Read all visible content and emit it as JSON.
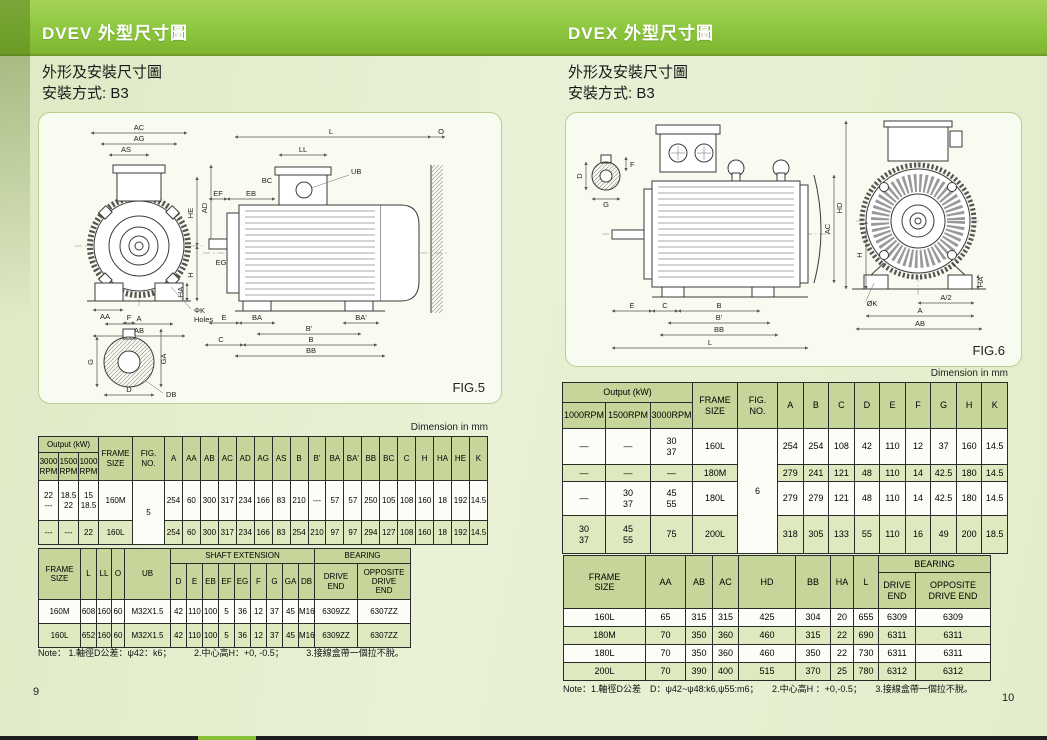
{
  "colors": {
    "banner_green": "#8cc63f",
    "table_header": "#c6d69a",
    "row_alt": "#dfe9bf",
    "page_bg": "#e9f1d6"
  },
  "headers": {
    "left": "DVEV  外型尺寸圖",
    "right": "DVEX 外型尺寸圖"
  },
  "subtitle": {
    "line1": "外形及安裝尺寸圖",
    "line2": "安裝方式: B3"
  },
  "misc": {
    "dimension_note_left": "Dimension in mm",
    "dimension_note_right": "Dimension  in  mm",
    "page_left": "9",
    "page_right": "10"
  },
  "notes": {
    "left": "Note： 1.軸徑D公差：ψ42：k6；　　　2.中心高H：+0, -0.5；　　　3.接線盒帶一個拉不脫。",
    "right": "Note：1.軸徑D公差　D：ψ42~ψ48:k6,ψ55:m6；　　2.中心高H ：+0,-0.5；　　3.接線盒帶一個拉不脫。"
  },
  "fig5": {
    "caption": "FIG.5",
    "labels": {
      "AC": "AC",
      "AG": "AG",
      "AS": "AS",
      "AD": "AD",
      "HE": "HE",
      "EF": "EF",
      "EB": "EB",
      "EG": "EG",
      "H": "H",
      "HA": "HA",
      "AA": "AA",
      "A": "A",
      "AB": "AB",
      "phiK": "ΦK",
      "holes": "Holes",
      "F": "F",
      "G": "G",
      "GA": "GA",
      "D": "D",
      "DB": "DB",
      "L": "L",
      "LL": "LL",
      "O": "O",
      "UB": "UB",
      "BC": "BC",
      "BA": "BA",
      "Bp": "B'",
      "BAp": "BA'",
      "C": "C",
      "B": "B",
      "BB": "BB",
      "E": "E"
    }
  },
  "fig6": {
    "caption": "FIG.6",
    "labels": {
      "D": "D",
      "G": "G",
      "F": "F",
      "E": "E",
      "C": "C",
      "B": "B",
      "Bp": "B'",
      "BB": "BB",
      "L": "L",
      "HD": "HD",
      "AC": "AC",
      "H": "H",
      "phiK": "ØK",
      "A2": "A/2",
      "HA": "HA",
      "A": "A",
      "AB": "AB"
    }
  },
  "lt1": {
    "output_header": "Output (kW)",
    "rpm": [
      "3000\nRPM",
      "1500\nRPM",
      "1000\nRPM"
    ],
    "frame": "FRAME\nSIZE",
    "fig": "FIG.\nNO.",
    "cols": [
      "A",
      "AA",
      "AB",
      "AC",
      "AD",
      "AG",
      "AS",
      "B",
      "B'",
      "BA",
      "BA'",
      "BB",
      "BC",
      "C",
      "H",
      "HA",
      "HE",
      "K"
    ],
    "fig_no": "5",
    "rows": [
      {
        "o": [
          "22\n---",
          "18.5\n22",
          "15\n18.5"
        ],
        "f": "160M",
        "d": [
          "254",
          "60",
          "300",
          "317",
          "234",
          "166",
          "83",
          "210",
          "---",
          "57",
          "57",
          "250",
          "105",
          "108",
          "160",
          "18",
          "192",
          "14.5"
        ]
      },
      {
        "o": [
          "---",
          "---",
          "22"
        ],
        "f": "160L",
        "d": [
          "254",
          "60",
          "300",
          "317",
          "234",
          "166",
          "83",
          "254",
          "210",
          "97",
          "97",
          "294",
          "127",
          "108",
          "160",
          "18",
          "192",
          "14.5"
        ]
      }
    ]
  },
  "lt2": {
    "frame": "FRAME\nSIZE",
    "pre": [
      "L",
      "LL",
      "O",
      "UB"
    ],
    "shaft_group": "SHAFT   EXTENSION",
    "shaft": [
      "D",
      "E",
      "EB",
      "EF",
      "EG",
      "F",
      "G",
      "GA",
      "DB"
    ],
    "bearing_group": "BEARING",
    "bearing": [
      "DRIVE\nEND",
      "OPPOSITE\nDRIVE\nEND"
    ],
    "rows": [
      {
        "f": "160M",
        "v": [
          "608",
          "160",
          "60",
          "M32X1.5",
          "42",
          "110",
          "100",
          "5",
          "36",
          "12",
          "37",
          "45",
          "M16",
          "6309ZZ",
          "6307ZZ"
        ]
      },
      {
        "f": "160L",
        "v": [
          "652",
          "160",
          "60",
          "M32X1.5",
          "42",
          "110",
          "100",
          "5",
          "36",
          "12",
          "37",
          "45",
          "M16",
          "6309ZZ",
          "6307ZZ"
        ]
      }
    ]
  },
  "rt1": {
    "output_header": "Output (kW)",
    "rpm": [
      "1000RPM",
      "1500RPM",
      "3000RPM"
    ],
    "frame": "FRAME\nSIZE",
    "fig": "FIG.\nNO.",
    "cols": [
      "A",
      "B",
      "C",
      "D",
      "E",
      "F",
      "G",
      "H",
      "K"
    ],
    "fig_no": "6",
    "rows": [
      {
        "o": [
          "—",
          "—",
          "30\n37"
        ],
        "f": "160L",
        "d": [
          "254",
          "254",
          "108",
          "42",
          "110",
          "12",
          "37",
          "160",
          "14.5"
        ]
      },
      {
        "o": [
          "—",
          "—",
          "—"
        ],
        "f": "180M",
        "d": [
          "279",
          "241",
          "121",
          "48",
          "110",
          "14",
          "42.5",
          "180",
          "14.5"
        ]
      },
      {
        "o": [
          "—",
          "30\n37",
          "45\n55"
        ],
        "f": "180L",
        "d": [
          "279",
          "279",
          "121",
          "48",
          "110",
          "14",
          "42.5",
          "180",
          "14.5"
        ]
      },
      {
        "o": [
          "30\n37",
          "45\n55",
          "75"
        ],
        "f": "200L",
        "d": [
          "318",
          "305",
          "133",
          "55",
          "110",
          "16",
          "49",
          "200",
          "18.5"
        ]
      }
    ]
  },
  "rt2": {
    "frame": "FRAME\nSIZE",
    "cols": [
      "AA",
      "AB",
      "AC",
      "HD",
      "BB",
      "HA",
      "L"
    ],
    "bearing_group": "BEARING",
    "bearing": [
      "DRIVE\nEND",
      "OPPOSITE\nDRIVE END"
    ],
    "rows": [
      {
        "f": "160L",
        "v": [
          "65",
          "315",
          "315",
          "425",
          "304",
          "20",
          "655",
          "6309",
          "6309"
        ]
      },
      {
        "f": "180M",
        "v": [
          "70",
          "350",
          "360",
          "460",
          "315",
          "22",
          "690",
          "6311",
          "6311"
        ]
      },
      {
        "f": "180L",
        "v": [
          "70",
          "350",
          "360",
          "460",
          "350",
          "22",
          "730",
          "6311",
          "6311"
        ]
      },
      {
        "f": "200L",
        "v": [
          "70",
          "390",
          "400",
          "515",
          "370",
          "25",
          "780",
          "6312",
          "6312"
        ]
      }
    ]
  }
}
